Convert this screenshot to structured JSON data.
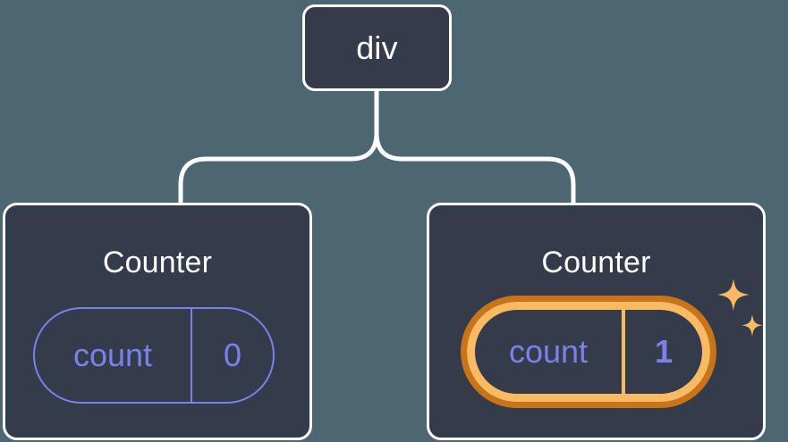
{
  "diagram": {
    "type": "component-tree",
    "background_color": "#4D6772",
    "node_fill_color": "#343B4A",
    "node_border_color": "#FFFFFF",
    "connector_color": "#FFFFFF",
    "accent_state_color": "#7B80EA",
    "highlight_outer_color": "#C97419",
    "highlight_inner_color": "#F9BA63",
    "sparkle_color": "#F9BA63",
    "root": {
      "label": "div"
    },
    "children": [
      {
        "label": "Counter",
        "state": {
          "key": "count",
          "value": "0"
        },
        "highlighted": false,
        "sparkles": 0
      },
      {
        "label": "Counter",
        "state": {
          "key": "count",
          "value": "1"
        },
        "highlighted": true,
        "sparkles": 2
      }
    ]
  }
}
